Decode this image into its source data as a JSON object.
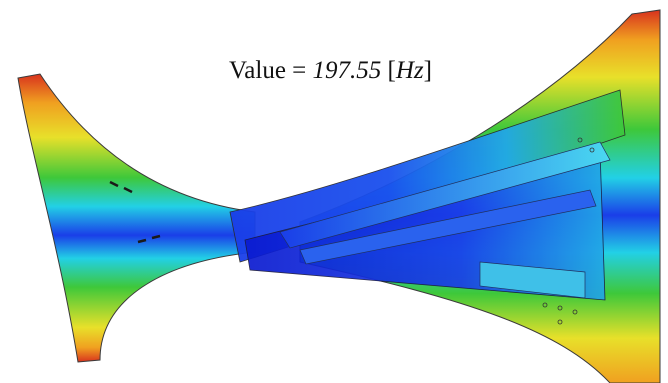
{
  "annotation": {
    "label": "Value = ",
    "value": "197.55",
    "unit_open": " [",
    "unit": "Hz",
    "unit_close": "]"
  },
  "contour_colors": {
    "red": "#d8321e",
    "orange": "#f0a020",
    "yellow": "#e8e02a",
    "green": "#3ec83a",
    "cyan": "#22d0e6",
    "blue": "#1a3ee8",
    "deep_blue": "#0a1ad0"
  }
}
